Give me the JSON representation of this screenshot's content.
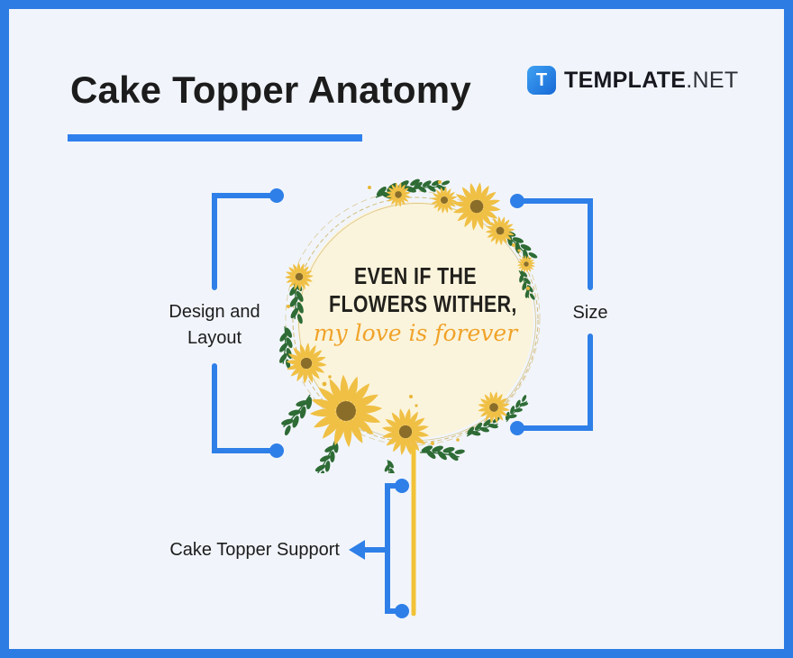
{
  "header": {
    "title": "Cake Topper Anatomy"
  },
  "brand": {
    "icon_letter": "T",
    "name": "TEMPLATE",
    "suffix": ".NET"
  },
  "topper": {
    "quote_line1": "EVEN IF THE",
    "quote_line2": "FLOWERS WITHER,",
    "quote_line3": "my love is forever"
  },
  "labels": {
    "design_layout_line1": "Design and",
    "design_layout_line2": "Layout",
    "size": "Size",
    "support": "Cake Topper Support"
  },
  "colors": {
    "frame_blue": "#2d7ce4",
    "connector_blue": "#2f7fe8",
    "background": "#f1f5fb",
    "flower_yellow": "#f0c045",
    "flower_center": "#8a6d28",
    "leaf_green": "#2e6b35",
    "badge_cream": "#fbf4dc",
    "ring_gold": "#c9a84e",
    "stick_yellow": "#f2c237",
    "script_orange": "#f0a32a",
    "text_dark": "#1c1c1c"
  }
}
